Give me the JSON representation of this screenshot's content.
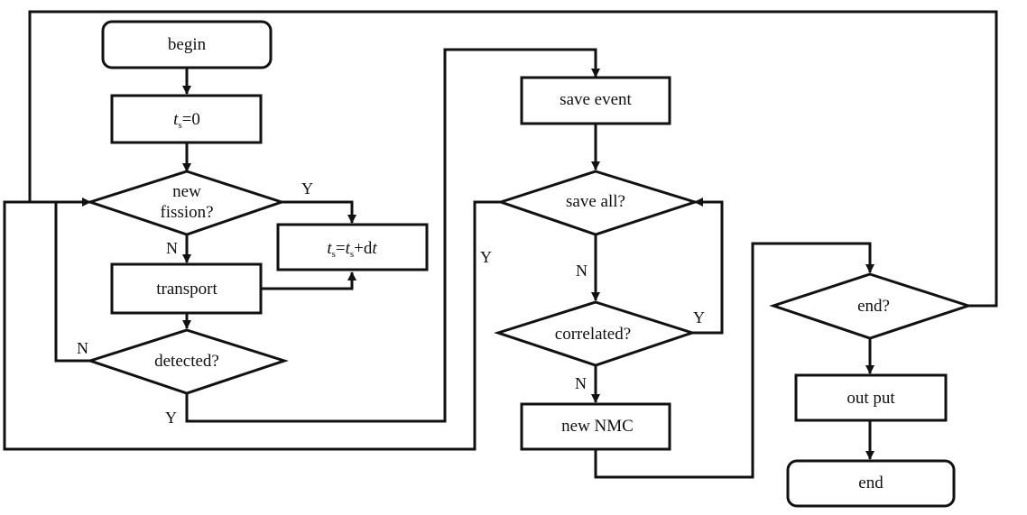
{
  "flowchart": {
    "nodes": {
      "begin": {
        "label": "begin",
        "type": "terminal"
      },
      "init": {
        "var": "t",
        "sub": "s",
        "rest": "=0",
        "type": "process"
      },
      "new_fission": {
        "line1": "new",
        "line2": "fission?",
        "type": "decision"
      },
      "advance": {
        "var": "t",
        "sub": "s",
        "eq": "=",
        "var2": "t",
        "sub2": "s",
        "plus": "+d",
        "var3": "t",
        "type": "process"
      },
      "transport": {
        "label": "transport",
        "type": "process"
      },
      "detected": {
        "label": "detected?",
        "type": "decision"
      },
      "save_event": {
        "label": "save event",
        "type": "process"
      },
      "save_all": {
        "label": "save all?",
        "type": "decision"
      },
      "correlated": {
        "label": "correlated?",
        "type": "decision"
      },
      "new_nmc": {
        "label": "new NMC",
        "type": "process"
      },
      "end_q": {
        "label": "end?",
        "type": "decision"
      },
      "output": {
        "label": "out put",
        "type": "process"
      },
      "end": {
        "label": "end",
        "type": "terminal"
      }
    },
    "branch_labels": {
      "new_fission_yes": "Y",
      "new_fission_no": "N",
      "detected_no": "N",
      "detected_yes": "Y",
      "save_all_yes": "Y",
      "save_all_no": "N",
      "correlated_yes": "Y",
      "correlated_no": "N"
    }
  }
}
